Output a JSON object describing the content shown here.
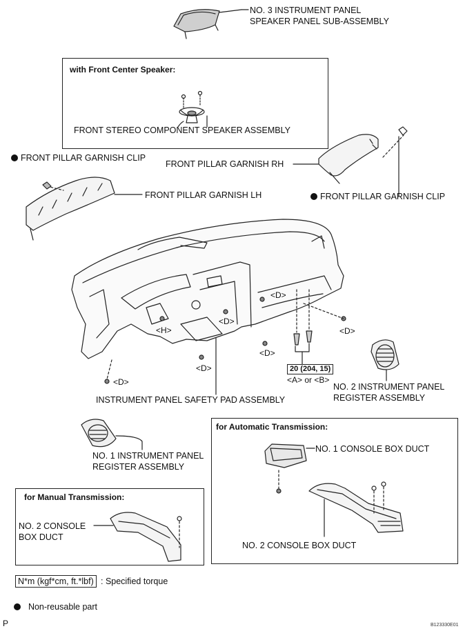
{
  "labels": {
    "speaker_panel_1": "NO. 3 INSTRUMENT PANEL",
    "speaker_panel_2": "SPEAKER PANEL SUB-ASSEMBLY",
    "front_center_speaker_title": "with Front Center Speaker:",
    "front_stereo_speaker": "FRONT STEREO COMPONENT SPEAKER ASSEMBLY",
    "pillar_clip_left": "FRONT PILLAR GARNISH CLIP",
    "pillar_garnish_rh": "FRONT PILLAR GARNISH RH",
    "pillar_garnish_lh": "FRONT PILLAR GARNISH LH",
    "pillar_clip_right": "FRONT PILLAR GARNISH CLIP",
    "safety_pad": "INSTRUMENT PANEL SAFETY PAD ASSEMBLY",
    "no2_register_1": "NO. 2 INSTRUMENT PANEL",
    "no2_register_2": "REGISTER ASSEMBLY",
    "no1_register_1": "NO. 1 INSTRUMENT PANEL",
    "no1_register_2": "REGISTER ASSEMBLY",
    "auto_trans_title": "for Automatic Transmission:",
    "no1_console_duct": "NO. 1 CONSOLE BOX DUCT",
    "no2_console_duct_auto": "NO. 2 CONSOLE BOX DUCT",
    "manual_trans_title": "for Manual Transmission:",
    "no2_console_duct_manual_1": "NO. 2 CONSOLE",
    "no2_console_duct_manual_2": "BOX DUCT",
    "callout_h": "<H>",
    "callout_d": "<D>",
    "torque_value": "20 (204, 15)",
    "torque_points": "<A> or <B>",
    "torque_unit": "N*m (kgf*cm, ft.*lbf)",
    "torque_legend": ": Specified torque",
    "non_reusable": "Non-reusable part",
    "corner_mark": "P",
    "figure_id": "B123330E01"
  }
}
